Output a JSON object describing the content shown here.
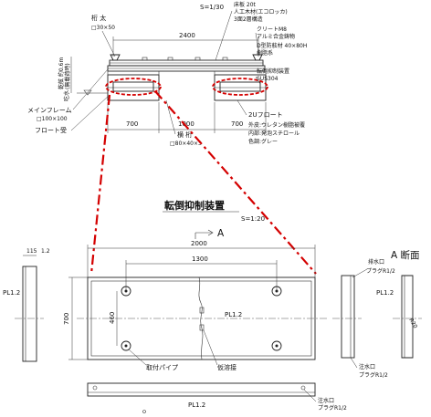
{
  "scale": "S=1/30",
  "top_view": {
    "dim_overall": "2400",
    "label_kuiten": "桁 太",
    "label_kuiten_size": "□30×50",
    "label_deck_1": "床板 20t",
    "label_deck_2": "人工木材(エコロッカ)",
    "label_deck_3": "3面2層構造",
    "label_cleat_1": "クリートM8",
    "label_cleat_2": "アルミ合金鋳物",
    "label_fender_1": "D型防舷材 40×80H",
    "label_fender_2": "樹脂系",
    "label_antiroll_1": "転倒抑制装置",
    "label_antiroll_2": "SUS304",
    "label_height_1": "乾舷 約0.6m",
    "label_height_2": "(無載荷時)",
    "label_draft": "吃水",
    "label_main_frame_1": "メインフレーム",
    "label_main_frame_2": "□100×100",
    "label_float_receiver": "フロート受",
    "label_float_1": "2Uフロート",
    "label_float_2": "外皮:ウレタン樹脂被覆",
    "label_float_3": "内部:発泡スチロール",
    "label_float_4": "色調:グレー",
    "dim_left": "700",
    "dim_mid": "1000",
    "dim_right": "700",
    "label_beam": "横 桁",
    "label_beam_size": "□80×40×3"
  },
  "detail": {
    "title": "転倒抑制装置",
    "scale": "S=1:20",
    "view_arrow": "A",
    "section_title": "A 断面",
    "dim_width": "2000",
    "dim_holes": "1300",
    "dim_height": "700",
    "dim_hole_vertical": "460",
    "dim_side_1": "115",
    "dim_side_2": "1.2",
    "plate_label": "PL1.2",
    "label_mount_pipe": "取付パイプ",
    "label_weld": "仮溶接",
    "label_drain_top_1": "排水口",
    "label_drain_top_2": "プラグR1/2",
    "label_drain_bottom_1": "注水口",
    "label_drain_bottom_2": "プラグR1/2",
    "label_drain_lower_1": "注水口",
    "label_drain_lower_2": "プラグR1/2",
    "dim_radius": "R20"
  },
  "colors": {
    "highlight": "#d40000",
    "line": "#222222"
  }
}
